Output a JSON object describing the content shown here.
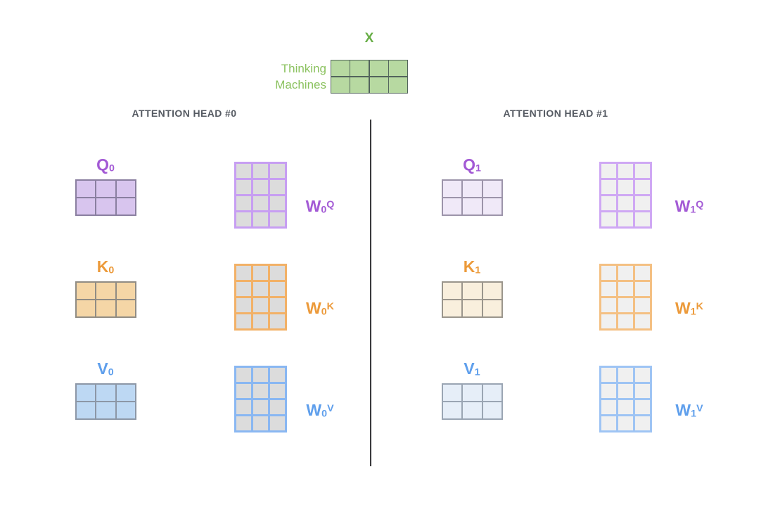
{
  "figure": {
    "input": {
      "label": "X",
      "label_color": "#68ae47",
      "tokens": {
        "line1": "Thinking",
        "line2": "Machines"
      },
      "token_color": "#8bc25f",
      "matrix": {
        "rows": 2,
        "cols": 4,
        "fill": "#b7d9a1",
        "border": "#52645c",
        "line_width": 1.5
      }
    },
    "divider_color": "#3a3a3c",
    "title_color": "#555a62",
    "heads": [
      {
        "title": "ATTENTION HEAD #0",
        "rows": [
          {
            "label": {
              "base": "Q",
              "sub": "0"
            },
            "color": "#a35ad5",
            "matrix": {
              "rows": 2,
              "cols": 3,
              "fill": "#d8c5ee",
              "border": "#8a7fa0",
              "line_width": 2
            },
            "weight_label": {
              "base": "W",
              "sub": "0",
              "sup": "Q"
            },
            "weight_matrix": {
              "rows": 4,
              "cols": 3,
              "fill": "#dcdcdc",
              "border": "#c79ef2",
              "line_width": 3
            }
          },
          {
            "label": {
              "base": "K",
              "sub": "0"
            },
            "color": "#ec9a3a",
            "matrix": {
              "rows": 2,
              "cols": 3,
              "fill": "#f5d6a6",
              "border": "#908c84",
              "line_width": 2
            },
            "weight_label": {
              "base": "W",
              "sub": "0",
              "sup": "K"
            },
            "weight_matrix": {
              "rows": 4,
              "cols": 3,
              "fill": "#dcdcdc",
              "border": "#f2b167",
              "line_width": 3
            }
          },
          {
            "label": {
              "base": "V",
              "sub": "0"
            },
            "color": "#5f9fec",
            "matrix": {
              "rows": 2,
              "cols": 3,
              "fill": "#bdd8f3",
              "border": "#8c97a6",
              "line_width": 2
            },
            "weight_label": {
              "base": "W",
              "sub": "0",
              "sup": "V"
            },
            "weight_matrix": {
              "rows": 4,
              "cols": 3,
              "fill": "#dcdcdc",
              "border": "#89b7f2",
              "line_width": 3
            }
          }
        ]
      },
      {
        "title": "ATTENTION HEAD #1",
        "rows": [
          {
            "label": {
              "base": "Q",
              "sub": "1"
            },
            "color": "#a35ad5",
            "matrix": {
              "rows": 2,
              "cols": 3,
              "fill": "#f0e9f8",
              "border": "#9c94aa",
              "line_width": 2
            },
            "weight_label": {
              "base": "W",
              "sub": "1",
              "sup": "Q"
            },
            "weight_matrix": {
              "rows": 4,
              "cols": 3,
              "fill": "#f0f0f0",
              "border": "#cfa8f4",
              "line_width": 3
            }
          },
          {
            "label": {
              "base": "K",
              "sub": "1"
            },
            "color": "#ec9a3a",
            "matrix": {
              "rows": 2,
              "cols": 3,
              "fill": "#f9efdd",
              "border": "#9a958c",
              "line_width": 2
            },
            "weight_label": {
              "base": "W",
              "sub": "1",
              "sup": "K"
            },
            "weight_matrix": {
              "rows": 4,
              "cols": 3,
              "fill": "#f0f0f0",
              "border": "#f4c083",
              "line_width": 3
            }
          },
          {
            "label": {
              "base": "V",
              "sub": "1"
            },
            "color": "#5f9fec",
            "matrix": {
              "rows": 2,
              "cols": 3,
              "fill": "#e6eef8",
              "border": "#9aa5b3",
              "line_width": 2
            },
            "weight_label": {
              "base": "W",
              "sub": "1",
              "sup": "V"
            },
            "weight_matrix": {
              "rows": 4,
              "cols": 3,
              "fill": "#f0f0f0",
              "border": "#9ec4f4",
              "line_width": 3
            }
          }
        ]
      }
    ]
  }
}
